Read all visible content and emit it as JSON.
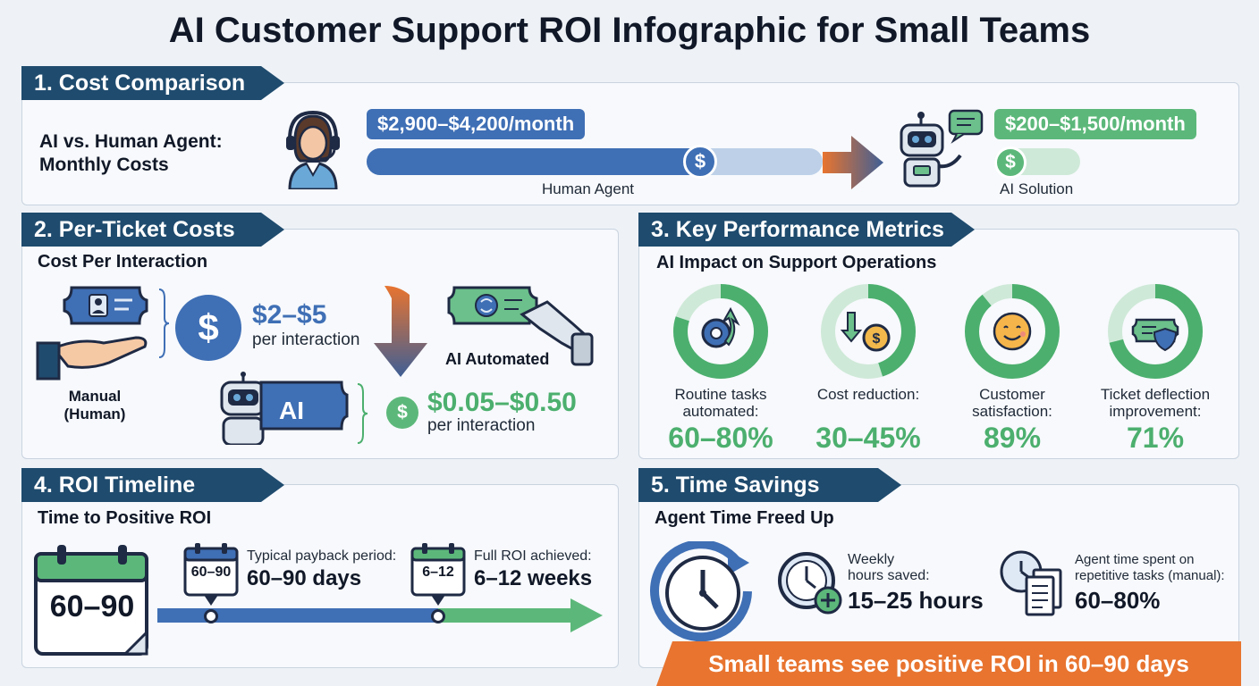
{
  "title": "AI Customer Support ROI Infographic for Small Teams",
  "colors": {
    "navy": "#1f4b6e",
    "blue": "#3f6fb5",
    "green": "#4caf6e",
    "orange": "#e8742f"
  },
  "section1": {
    "heading": "1. Cost Comparison",
    "subtitle_line1": "AI vs. Human Agent:",
    "subtitle_line2": "Monthly Costs",
    "human_cost": "$2,900–$4,200/month",
    "human_label": "Human Agent",
    "ai_cost": "$200–$1,500/month",
    "ai_label": "AI Solution",
    "coin_symbol": "$"
  },
  "section2": {
    "heading": "2. Per-Ticket Costs",
    "subtitle": "Cost Per Interaction",
    "manual_label_line1": "Manual",
    "manual_label_line2": "(Human)",
    "manual_cost": "$2–$5",
    "manual_unit": "per interaction",
    "ai_badge": "AI",
    "ai_automated_label": "AI Automated",
    "ai_cost": "$0.05–$0.50",
    "ai_unit": "per interaction",
    "coin_symbol": "$"
  },
  "section3": {
    "heading": "3. Key Performance Metrics",
    "subtitle": "AI Impact on Support Operations",
    "metrics": [
      {
        "label_line1": "Routine tasks",
        "label_line2": "automated:",
        "value": "60–80%",
        "fill": 0.8,
        "icon": "gear-arrow-icon"
      },
      {
        "label_line1": "Cost reduction:",
        "label_line2": "",
        "value": "30–45%",
        "fill": 0.45,
        "icon": "cost-down-coin-icon"
      },
      {
        "label_line1": "Customer",
        "label_line2": "satisfaction:",
        "value": "89%",
        "fill": 0.89,
        "icon": "smiley-face-icon"
      },
      {
        "label_line1": "Ticket deflection",
        "label_line2": "improvement:",
        "value": "71%",
        "fill": 0.71,
        "icon": "ticket-shield-icon"
      }
    ]
  },
  "section4": {
    "heading": "4. ROI Timeline",
    "subtitle": "Time to Positive ROI",
    "big_calendar": "60–90",
    "cal1_text": "60–90",
    "cal2_text": "6–12",
    "payback_label": "Typical payback period:",
    "payback_value": "60–90 days",
    "full_label": "Full ROI achieved:",
    "full_value": "6–12 weeks"
  },
  "section5": {
    "heading": "5. Time Savings",
    "subtitle": "Agent Time Freed Up",
    "weekly_label_line1": "Weekly",
    "weekly_label_line2": "hours saved:",
    "weekly_value": "15–25 hours",
    "manual_label_line1": "Agent time spent on",
    "manual_label_line2": "repetitive tasks (manual):",
    "manual_value": "60–80%"
  },
  "cta": "Small teams see positive ROI in 60–90 days"
}
